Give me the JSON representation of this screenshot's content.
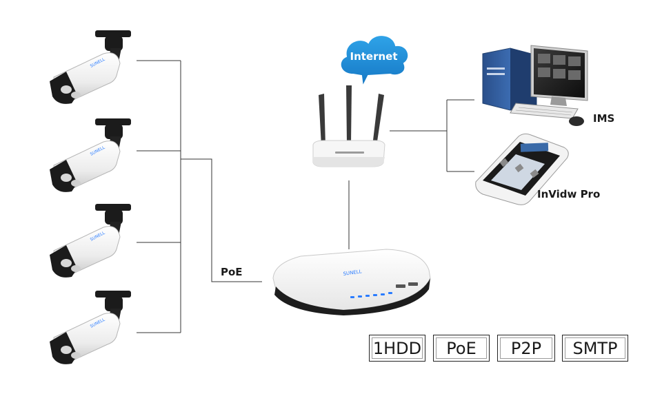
{
  "cloud": {
    "label": "Internet"
  },
  "connection": {
    "label": "PoE"
  },
  "clients": {
    "desktop_label": "IMS",
    "mobile_label": "InVidw Pro"
  },
  "brand": {
    "logo_text": "SUNELL"
  },
  "features": [
    "1HDD",
    "PoE",
    "P2P",
    "SMTP"
  ],
  "colors": {
    "line": "#333333",
    "cloud": "#1e8fd6",
    "led": "#2a7cff",
    "camera_body": "#f2f2f2",
    "camera_dark": "#1b1b1b"
  }
}
